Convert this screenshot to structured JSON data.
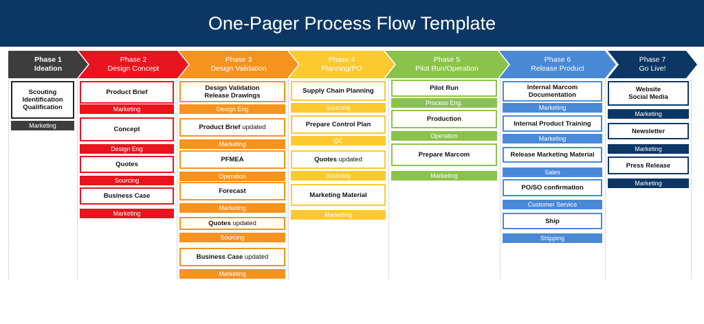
{
  "title": "One-Pager Process Flow Template",
  "colors": {
    "header_bg": "#0c3764",
    "phase1": "#3d3d3d",
    "phase2": "#e8141f",
    "phase3": "#f6921e",
    "phase4": "#fcc92f",
    "phase5": "#8bc34a",
    "phase6": "#4a89d6",
    "phase7": "#0c3764"
  },
  "phases": [
    {
      "phase": "Phase 1",
      "name": "Ideation",
      "steps": [
        {
          "lines": [
            "Scouting",
            "Identification",
            "Qualification"
          ],
          "updated": "",
          "dept": "Marketing"
        }
      ]
    },
    {
      "phase": "Phase 2",
      "name": "Design Concept",
      "steps": [
        {
          "lines": [
            "Product Brief"
          ],
          "updated": "",
          "dept": "Marketing"
        },
        {
          "lines": [
            "Concept"
          ],
          "updated": "",
          "dept": "Design Eng"
        },
        {
          "lines": [
            "Quotes"
          ],
          "updated": "",
          "dept": "Sourcing"
        },
        {
          "lines": [
            "Business Case"
          ],
          "updated": "",
          "dept": "Marketing"
        }
      ]
    },
    {
      "phase": "Phase 3",
      "name": "Design Validation",
      "steps": [
        {
          "lines": [
            "Design Validation",
            "Release Drawings"
          ],
          "updated": "",
          "dept": "Design Eng"
        },
        {
          "lines": [
            "Product Brief"
          ],
          "updated": "updated",
          "dept": "Marketing"
        },
        {
          "lines": [
            "PFMEA"
          ],
          "updated": "",
          "dept": "Operation"
        },
        {
          "lines": [
            "Forecast"
          ],
          "updated": "",
          "dept": "Marketing"
        },
        {
          "lines": [
            "Quotes"
          ],
          "updated": "updated",
          "dept": "Sourcing"
        },
        {
          "lines": [
            "Business Case"
          ],
          "updated": "updated",
          "dept": "Marketing"
        }
      ]
    },
    {
      "phase": "Phase 4",
      "name": "Planning/PO",
      "steps": [
        {
          "lines": [
            "Supply Chain Planning"
          ],
          "updated": "",
          "dept": "Sourcing"
        },
        {
          "lines": [
            "Prepare Control Plan"
          ],
          "updated": "",
          "dept": "QC"
        },
        {
          "lines": [
            "Quotes"
          ],
          "updated": "updated",
          "dept": "Sourcing"
        },
        {
          "lines": [
            "Marketing Material"
          ],
          "updated": "",
          "dept": "Marketing"
        }
      ]
    },
    {
      "phase": "Phase 5",
      "name": "Pilot Run/Operation",
      "steps": [
        {
          "lines": [
            "Pilot Run"
          ],
          "updated": "",
          "dept": "Process Eng."
        },
        {
          "lines": [
            "Production"
          ],
          "updated": "",
          "dept": "Operation"
        },
        {
          "lines": [
            "Prepare Marcom"
          ],
          "updated": "",
          "dept": "Marketing"
        }
      ]
    },
    {
      "phase": "Phase 6",
      "name": "Release Product",
      "steps": [
        {
          "lines": [
            "Internal Marcom",
            "Documentation"
          ],
          "updated": "",
          "dept": "Marketing"
        },
        {
          "lines": [
            "Internal Product Training"
          ],
          "updated": "",
          "dept": "Marketing"
        },
        {
          "lines": [
            "Release Marketing Material"
          ],
          "updated": "",
          "dept": "Sales"
        },
        {
          "lines": [
            "PO/SO confirmation"
          ],
          "updated": "",
          "dept": "Customer Service"
        },
        {
          "lines": [
            "Ship"
          ],
          "updated": "",
          "dept": "Shipping"
        }
      ]
    },
    {
      "phase": "Phase 7",
      "name": "Go Live!",
      "steps": [
        {
          "lines": [
            "Website",
            "Social Media"
          ],
          "updated": "",
          "dept": "Marketing"
        },
        {
          "lines": [
            "Newsletter"
          ],
          "updated": "",
          "dept": "Marketing"
        },
        {
          "lines": [
            "Press Release"
          ],
          "updated": "",
          "dept": "Marketing"
        }
      ]
    }
  ]
}
